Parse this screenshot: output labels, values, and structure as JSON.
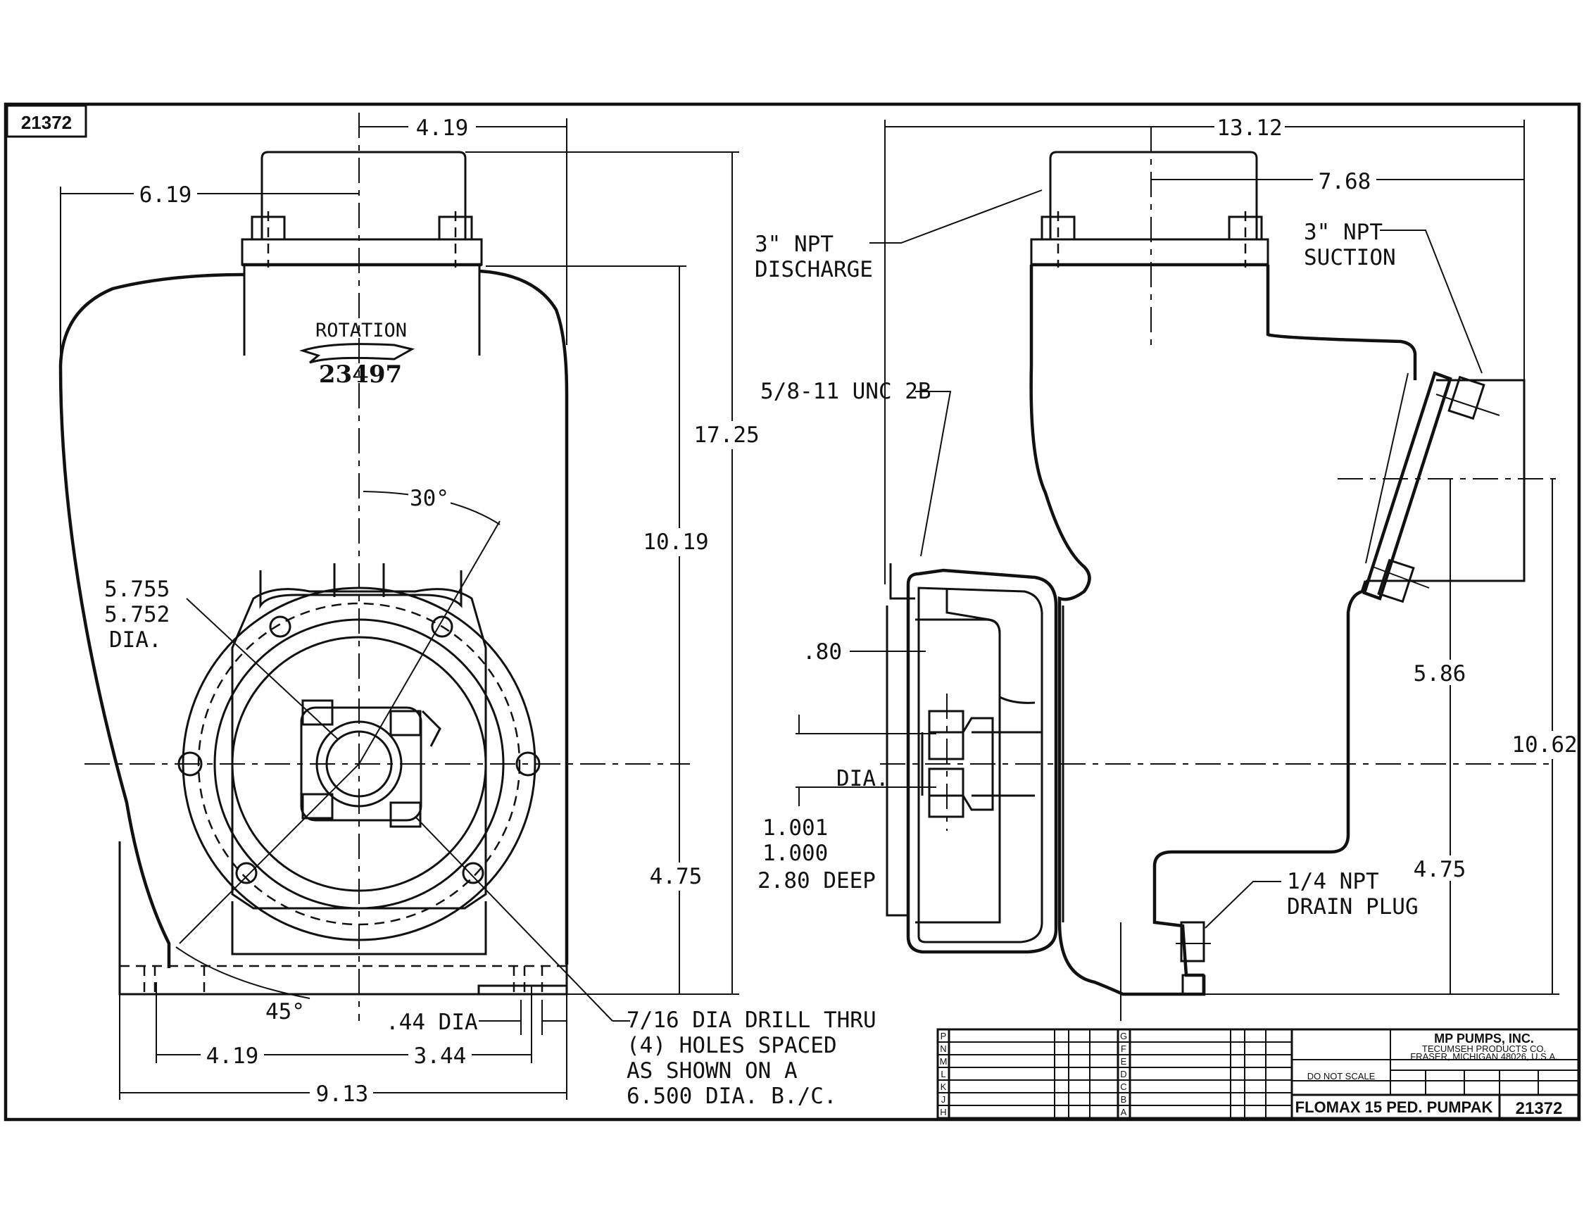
{
  "drawing_number": "21372",
  "front_view": {
    "dim_top_width": "4.19",
    "dim_left_offset": "6.19",
    "dim_overall_height": "17.25",
    "dim_upper_height": "10.19",
    "dim_lower_height": "4.75",
    "rotation_label": "ROTATION",
    "casting_number": "23497",
    "angle_upper": "30°",
    "angle_lower": "45°",
    "bore_dia_line1": "5.755",
    "bore_dia_line2": "5.752",
    "bore_dia_line3": "DIA.",
    "dim_base_left": "4.19",
    "dim_base_right": "3.44",
    "dim_base_overall": "9.13",
    "hole_dia": ".44 DIA",
    "note_line1": "7/16 DIA DRILL THRU",
    "note_line2": "(4) HOLES SPACED",
    "note_line3": "AS SHOWN ON A",
    "note_line4": "6.500 DIA. B./C."
  },
  "side_view": {
    "dim_overall_length": "13.12",
    "dim_discharge_offset": "7.68",
    "discharge_line1": "3\" NPT",
    "discharge_line2": "DISCHARGE",
    "suction_line1": "3\" NPT",
    "suction_line2": "SUCTION",
    "thread_label": "5/8-11 UNC 2B",
    "dim_flange": ".80",
    "dia_label": "DIA.",
    "shaft_dia_line1": "1.001",
    "shaft_dia_line2": "1.000",
    "shaft_dia_line3": "2.80 DEEP",
    "dim_suction_height": "5.86",
    "dim_lower_height": "4.75",
    "dim_total_height": "10.62",
    "drain_line1": "1/4 NPT",
    "drain_line2": "DRAIN PLUG"
  },
  "title_block": {
    "rev_letters_left": [
      "P",
      "N",
      "M",
      "L",
      "K",
      "J",
      "H"
    ],
    "rev_letters_right": [
      "G",
      "F",
      "E",
      "D",
      "C",
      "B",
      "A"
    ],
    "company": "MP PUMPS, INC.",
    "company_sub1": "TECUMSEH PRODUCTS CO.",
    "company_sub2": "FRASER, MICHIGAN 48026, U.S.A.",
    "do_not_scale": "DO NOT SCALE",
    "title": "FLOMAX 15 PED. PUMPAK",
    "number": "21372"
  }
}
